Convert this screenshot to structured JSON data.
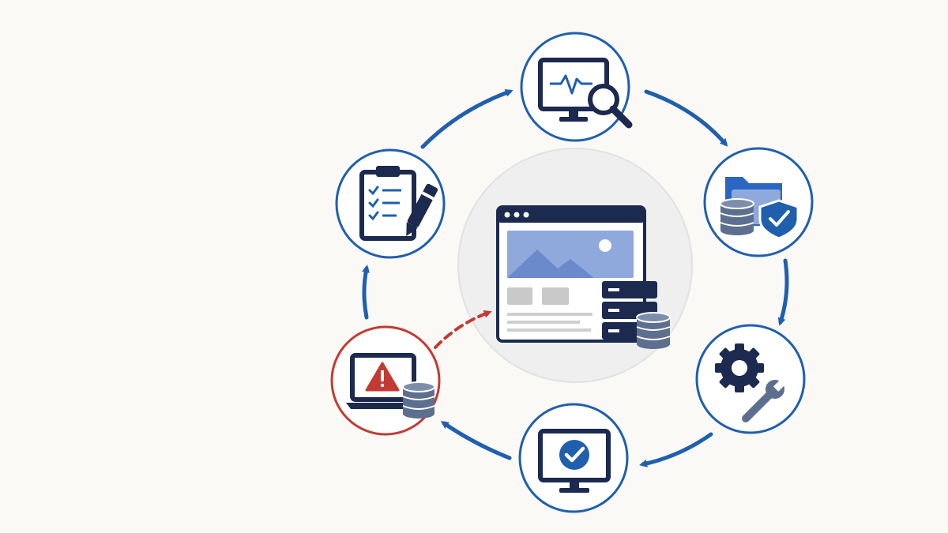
{
  "diagram": {
    "type": "cycle",
    "center": {
      "icon": "website-with-server-and-database-icon"
    },
    "stages": [
      {
        "id": "monitor",
        "icon": "monitor-with-magnifier-icon",
        "status": "normal"
      },
      {
        "id": "backup",
        "icon": "folder-database-shield-icon",
        "status": "normal"
      },
      {
        "id": "maintain",
        "icon": "gear-wrench-icon",
        "status": "normal"
      },
      {
        "id": "verify",
        "icon": "monitor-checkmark-icon",
        "status": "normal"
      },
      {
        "id": "incident",
        "icon": "laptop-warning-database-icon",
        "status": "alert"
      },
      {
        "id": "plan",
        "icon": "clipboard-checklist-pen-icon",
        "status": "normal"
      }
    ],
    "flow": "clockwise",
    "incident_link": {
      "from": "incident",
      "to": "center",
      "style": "dashed"
    }
  },
  "colors": {
    "background": "#fbf9f5",
    "primary_blue": "#1f5fae",
    "navy": "#1b2a4e",
    "light_blue": "#8fa9dc",
    "slate": "#5d6f8e",
    "alert_red": "#c23b32",
    "center_disc": "#efefef"
  }
}
